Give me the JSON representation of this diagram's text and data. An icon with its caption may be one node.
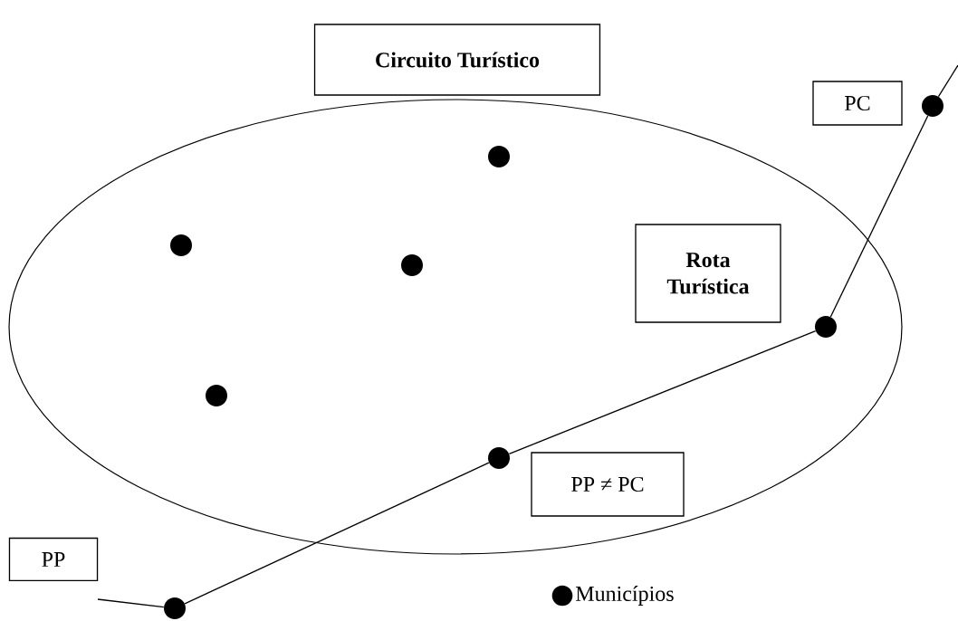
{
  "diagram": {
    "nodes": [
      {
        "text": [
          "Circuito Turístico"
        ]
      },
      {
        "text": [],
        "shape": "ellipse"
      },
      {
        "text": [
          "PC"
        ]
      },
      {
        "text": [
          "Rota Turística"
        ],
        "in": 1
      },
      {
        "text": [
          "PP ≠ PC"
        ],
        "in": 1
      },
      {
        "text": [
          "PP"
        ]
      },
      {
        "text": [],
        "shape": "circle"
      },
      {
        "text": [],
        "shape": "circle",
        "in": 1
      },
      {
        "text": [],
        "shape": "circle",
        "in": 1
      },
      {
        "text": [],
        "shape": "circle",
        "in": 1
      },
      {
        "text": [],
        "shape": "circle",
        "in": 1
      },
      {
        "text": [],
        "shape": "circle",
        "in": 1
      },
      {
        "text": [],
        "shape": "circle",
        "in": 1
      },
      {
        "text": [],
        "shape": "circle"
      }
    ],
    "edges": [
      {
        "from": null,
        "to": 6,
        "arrow": "none"
      },
      {
        "from": 6,
        "to": 10,
        "arrow": "none"
      },
      {
        "from": 10,
        "to": 12,
        "arrow": "none"
      },
      {
        "from": 12,
        "to": 13,
        "arrow": "none"
      },
      {
        "from": 13,
        "to": null,
        "arrow": "none"
      }
    ],
    "legend": [
      {
        "text": "Municípios"
      }
    ]
  }
}
